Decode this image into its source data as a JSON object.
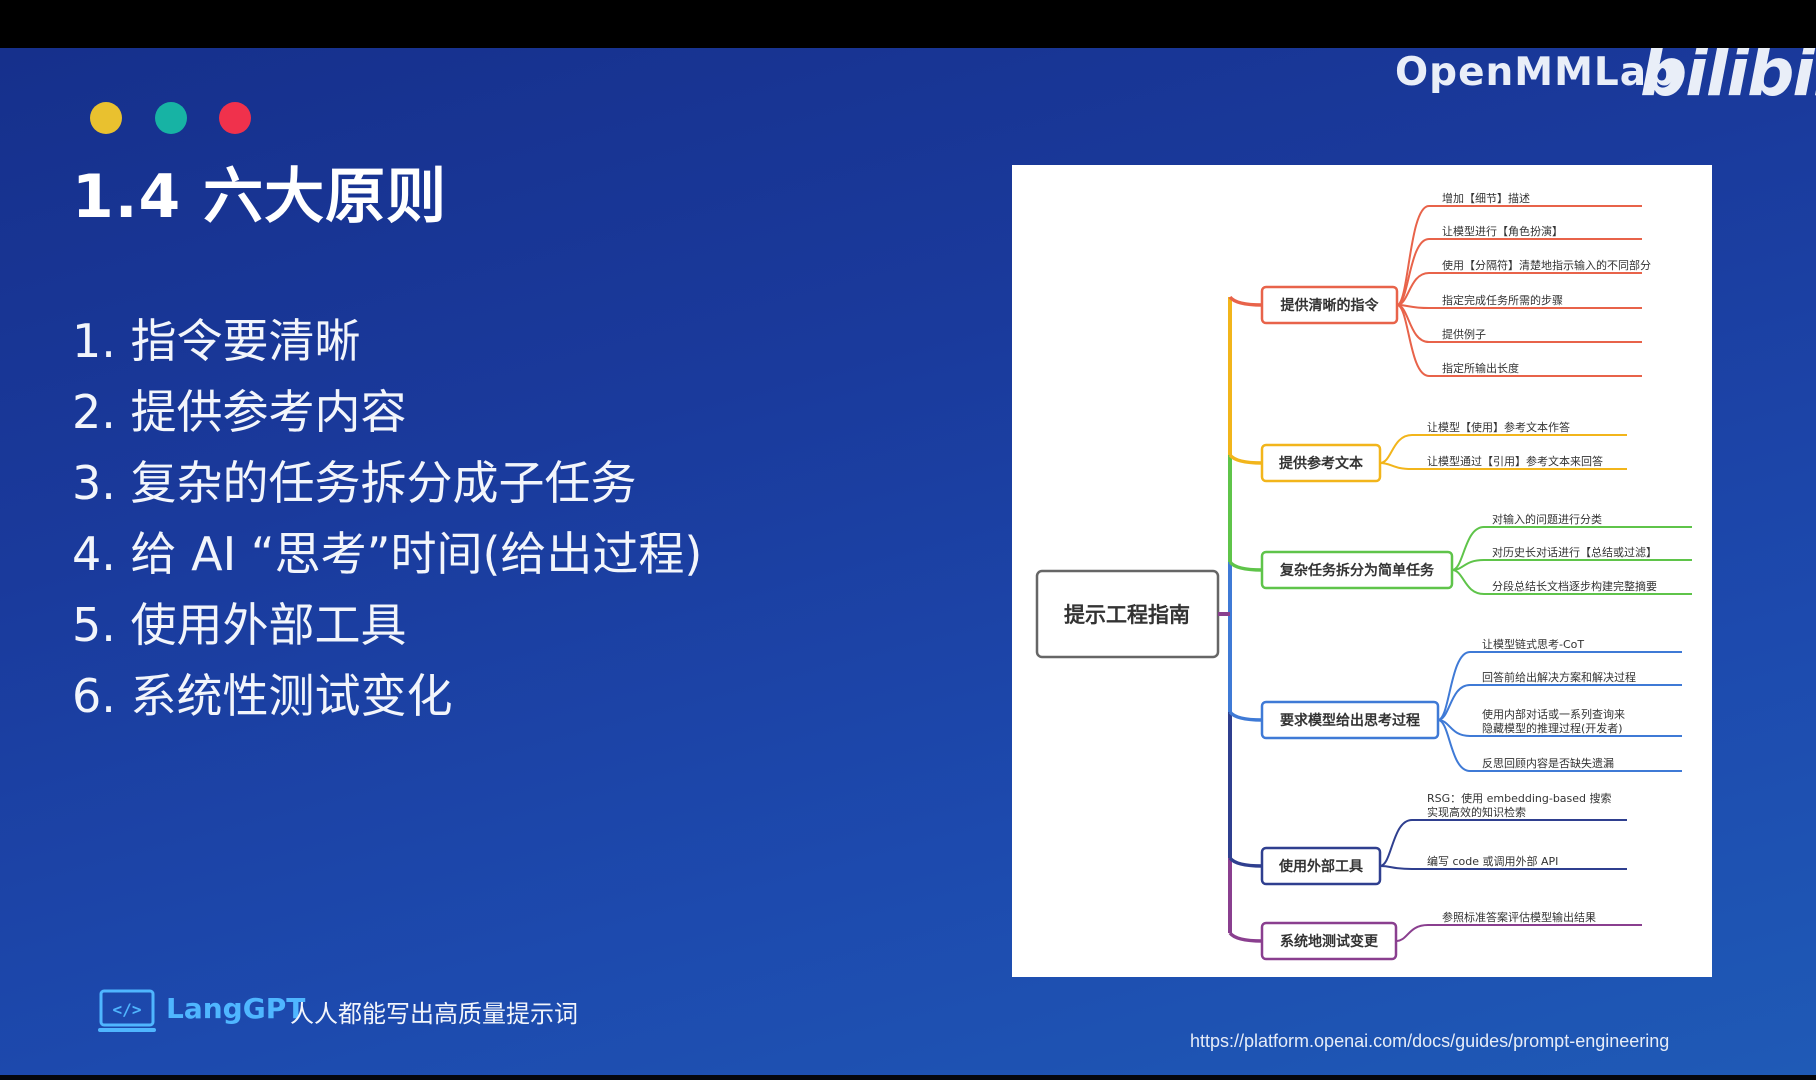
{
  "header": {
    "brand": "OpenMMLab",
    "platform_logo": "bilibili",
    "dot_colors": [
      "#e9c12f",
      "#17b3a4",
      "#f0314c"
    ]
  },
  "slide": {
    "title": "1.4 六大原则",
    "items": [
      "1. 指令要清晰",
      "2. 提供参考内容",
      "3. 复杂的任务拆分成子任务",
      "4. 给 AI “思考”时间(给出过程)",
      "5. 使用外部工具",
      "6. 系统性测试变化"
    ]
  },
  "mindmap": {
    "root": "提示工程指南",
    "branches": [
      {
        "label": "提供清晰的指令",
        "color": "#e8634a",
        "leaves": [
          "增加【细节】描述",
          "让模型进行【角色扮演】",
          "使用【分隔符】清楚地指示输入的不同部分",
          "指定完成任务所需的步骤",
          "提供例子",
          "指定所输出长度"
        ]
      },
      {
        "label": "提供参考文本",
        "color": "#f2b51b",
        "leaves": [
          "让模型【使用】参考文本作答",
          "让模型通过【引用】参考文本来回答"
        ]
      },
      {
        "label": "复杂任务拆分为简单任务",
        "color": "#5fc44a",
        "leaves": [
          "对输入的问题进行分类",
          "对历史长对话进行【总结或过滤】",
          "分段总结长文档逐步构建完整摘要"
        ]
      },
      {
        "label": "要求模型给出思考过程",
        "color": "#3f7ad6",
        "leaves": [
          "让模型链式思考-CoT",
          "回答前给出解决方案和解决过程",
          "使用内部对话或一系列查询来|隐藏模型的推理过程(开发者)",
          "反思回顾内容是否缺失遗漏"
        ]
      },
      {
        "label": "使用外部工具",
        "color": "#2f3f8f",
        "leaves": [
          "RSG：使用 embedding-based 搜索|实现高效的知识检索",
          "编写 code 或调用外部 API"
        ]
      },
      {
        "label": "系统地测试变更",
        "color": "#8a3f8f",
        "leaves": [
          "参照标准答案评估模型输出结果"
        ]
      }
    ]
  },
  "footer": {
    "brand": "LangGPT",
    "slogan": "人人都能写出高质量提示词",
    "logo_icon": "code-monitor-icon",
    "url": "https://platform.openai.com/docs/guides/prompt-engineering"
  }
}
